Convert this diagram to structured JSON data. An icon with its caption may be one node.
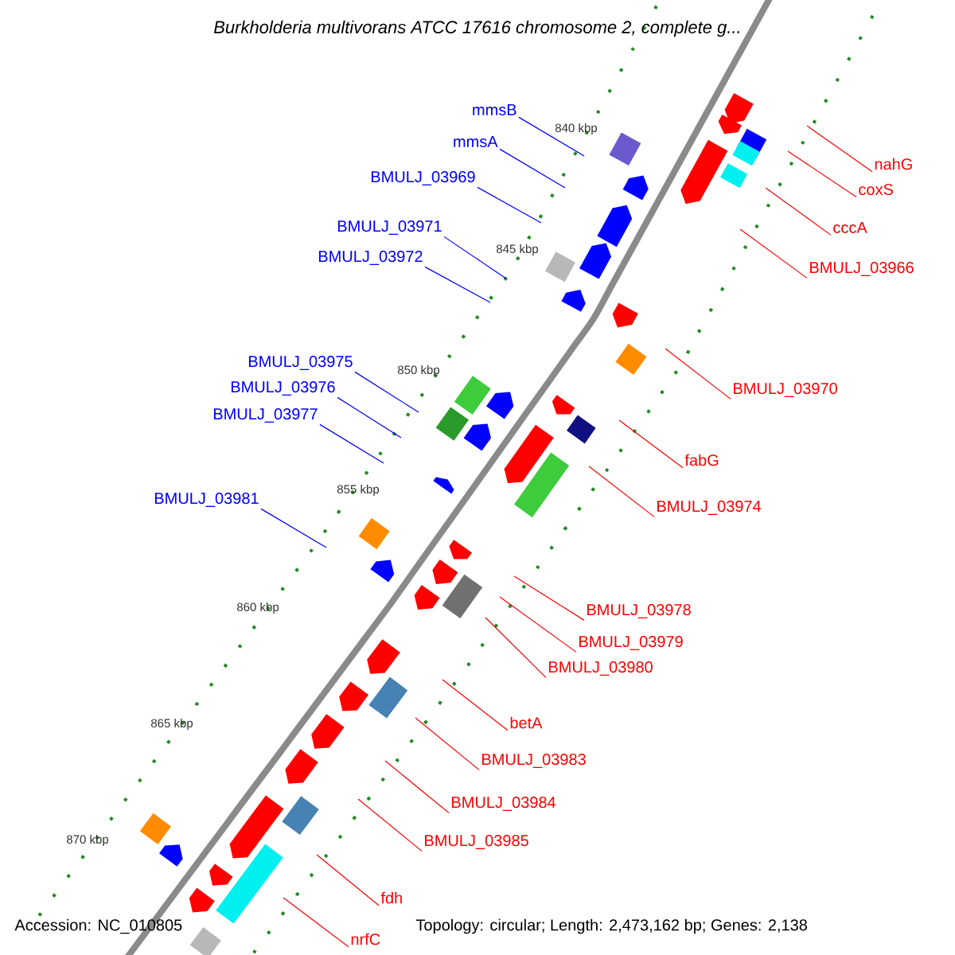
{
  "diagram": {
    "title": "Burkholderia multivorans ATCC 17616 chromosome 2, complete g...",
    "nodes": [
      {
        "text": [
          "mmsB"
        ]
      },
      {
        "text": [
          "mmsA"
        ]
      },
      {
        "text": [
          "BMULJ_03969"
        ]
      },
      {
        "text": [
          "BMULJ_03971"
        ]
      },
      {
        "text": [
          "BMULJ_03972"
        ]
      },
      {
        "text": [
          "BMULJ_03975"
        ]
      },
      {
        "text": [
          "BMULJ_03976"
        ]
      },
      {
        "text": [
          "BMULJ_03977"
        ]
      },
      {
        "text": [
          "BMULJ_03981"
        ]
      },
      {
        "text": [
          "nahG"
        ]
      },
      {
        "text": [
          "coxS"
        ]
      },
      {
        "text": [
          "cccA"
        ]
      },
      {
        "text": [
          "BMULJ_03966"
        ]
      },
      {
        "text": [
          "BMULJ_03970"
        ]
      },
      {
        "text": [
          "fabG"
        ]
      },
      {
        "text": [
          "BMULJ_03974"
        ]
      },
      {
        "text": [
          "BMULJ_03978"
        ]
      },
      {
        "text": [
          "BMULJ_03979"
        ]
      },
      {
        "text": [
          "BMULJ_03980"
        ]
      },
      {
        "text": [
          "betA"
        ]
      },
      {
        "text": [
          "BMULJ_03983"
        ]
      },
      {
        "text": [
          "BMULJ_03984"
        ]
      },
      {
        "text": [
          "BMULJ_03985"
        ]
      },
      {
        "text": [
          "fdh"
        ]
      },
      {
        "text": [
          "nrfC"
        ]
      }
    ],
    "edges": [
      {
        "from": 0,
        "to": null,
        "arrow": "none",
        "color": "#0000ff"
      },
      {
        "from": 1,
        "to": null,
        "arrow": "none",
        "color": "#0000ff"
      },
      {
        "from": 2,
        "to": null,
        "arrow": "none",
        "color": "#0000ff"
      },
      {
        "from": 3,
        "to": null,
        "arrow": "none",
        "color": "#0000ff"
      },
      {
        "from": 4,
        "to": null,
        "arrow": "none",
        "color": "#0000ff"
      },
      {
        "from": 5,
        "to": null,
        "arrow": "none",
        "color": "#0000ff"
      },
      {
        "from": 6,
        "to": null,
        "arrow": "none",
        "color": "#0000ff"
      },
      {
        "from": 7,
        "to": null,
        "arrow": "none",
        "color": "#0000ff"
      },
      {
        "from": 8,
        "to": null,
        "arrow": "none",
        "color": "#0000ff"
      },
      {
        "from": 9,
        "to": null,
        "arrow": "none"
      },
      {
        "from": 10,
        "to": null,
        "arrow": "none"
      },
      {
        "from": 11,
        "to": null,
        "arrow": "none"
      },
      {
        "from": 12,
        "to": null,
        "arrow": "none"
      },
      {
        "from": 13,
        "to": null,
        "arrow": "none"
      },
      {
        "from": 14,
        "to": null,
        "arrow": "none"
      },
      {
        "from": 15,
        "to": null,
        "arrow": "none"
      },
      {
        "from": 16,
        "to": null,
        "arrow": "none"
      },
      {
        "from": 17,
        "to": null,
        "arrow": "none"
      },
      {
        "from": 18,
        "to": null,
        "arrow": "none"
      },
      {
        "from": 19,
        "to": null,
        "arrow": "none"
      },
      {
        "from": 20,
        "to": null,
        "arrow": "none"
      },
      {
        "from": 21,
        "to": null,
        "arrow": "none"
      },
      {
        "from": 22,
        "to": null,
        "arrow": "none"
      },
      {
        "from": 23,
        "to": null,
        "arrow": "none"
      },
      {
        "from": 24,
        "to": null,
        "arrow": "none"
      }
    ],
    "labels": [
      "840 kbp",
      "845 kbp",
      "850 kbp",
      "855 kbp",
      "860 kbp",
      "865 kbp",
      "870 kbp",
      "Accession: NC_010805",
      "Topology: circular; Length: 2,473,162 bp; Genes: 2,138"
    ]
  }
}
